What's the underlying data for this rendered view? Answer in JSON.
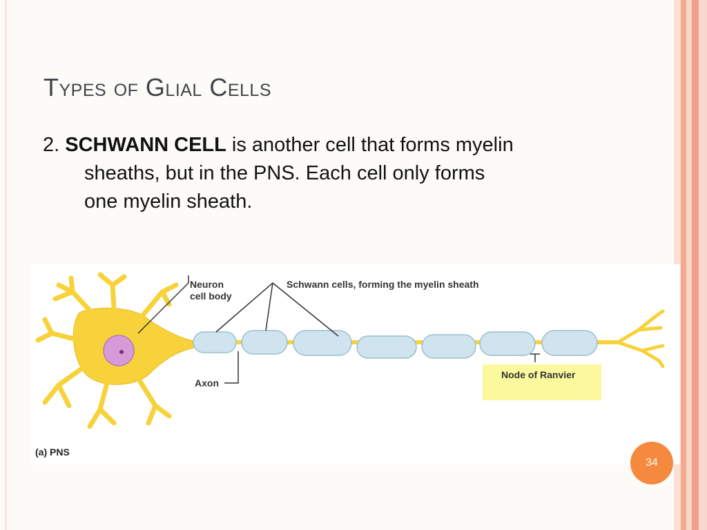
{
  "slide": {
    "title": "Types of Glial Cells",
    "body": {
      "number": "2.",
      "term": "SCHWANN CELL",
      "line1_rest": "is another cell that forms myelin",
      "line2": "sheaths, but in the PNS.  Each cell only forms",
      "line3": "one myelin sheath."
    },
    "page_number": "34"
  },
  "figure": {
    "labels": {
      "neuron_cell_body_line1": "Neuron",
      "neuron_cell_body_line2": "cell body",
      "schwann_cells": "Schwann cells, forming the myelin sheath",
      "axon": "Axon",
      "node_of_ranvier": "Node of Ranvier",
      "panel": "(a)  PNS"
    },
    "colors": {
      "neuron": "#f7d23a",
      "nucleus": "#d79ad8",
      "myelin": "#cfe4ee",
      "node_highlight": "#fbf89e"
    }
  },
  "theme": {
    "accent": "#f58a3e",
    "border_stripes": [
      "#f6c9b9",
      "#f3a98f",
      "#f8d6ca",
      "#f0a08a"
    ]
  }
}
